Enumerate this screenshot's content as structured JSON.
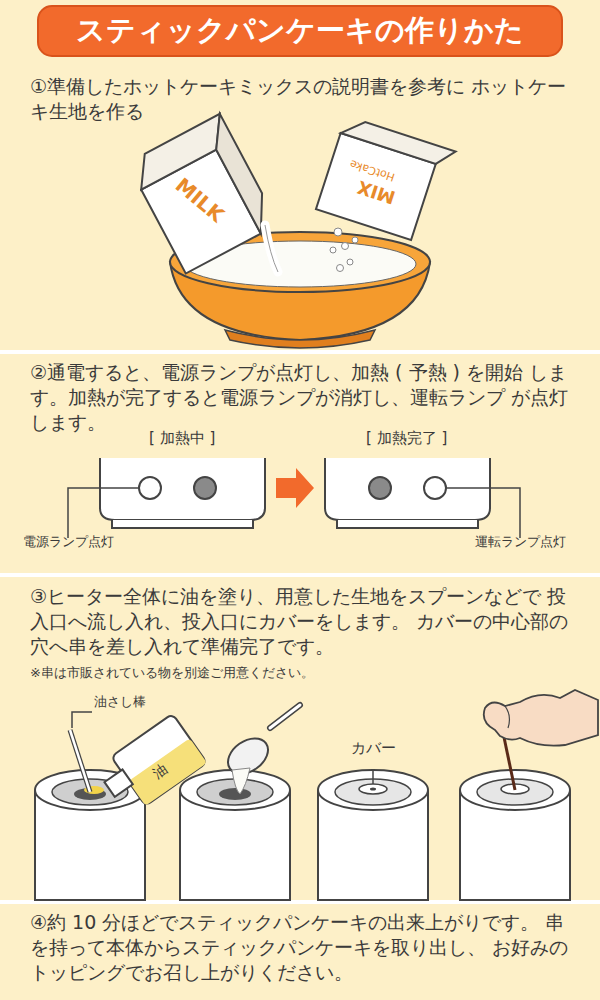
{
  "diagram": {
    "title": "スティックパンケーキの作りかた",
    "nodes": [
      {
        "text": [
          "①準備したホットケーキミックスの説明書を参考に ホットケーキ生地を作る"
        ]
      },
      {
        "text": [
          "②通電すると、電源ランプが点灯し、加熱 ( 予熱 ) を開始 します。加熱が完了すると電源ランプが消灯し、運転ランプ が点灯します。"
        ]
      },
      {
        "text": [
          "③ヒーター全体に油を塗り、用意した生地をスプーンなどで 投入口へ流し入れ、投入口にカバーをします。 カバーの中心部の穴へ串を差し入れて準備完了です。",
          "※串は市販されている物を別途ご用意ください。"
        ]
      },
      {
        "text": [
          "④約 10 分ほどでスティックパンケーキの出来上がりです。 串を持って本体からスティックパンケーキを取り出し、 お好みのトッピングでお召し上がりください。"
        ]
      }
    ],
    "labels": [
      "MILK",
      "HotCake",
      "MIX",
      "[ 加熱中 ]",
      "[ 加熱完了 ]",
      "電源ランプ点灯",
      "運転ランプ点灯",
      "油さし棒",
      "油",
      "カバー"
    ]
  }
}
